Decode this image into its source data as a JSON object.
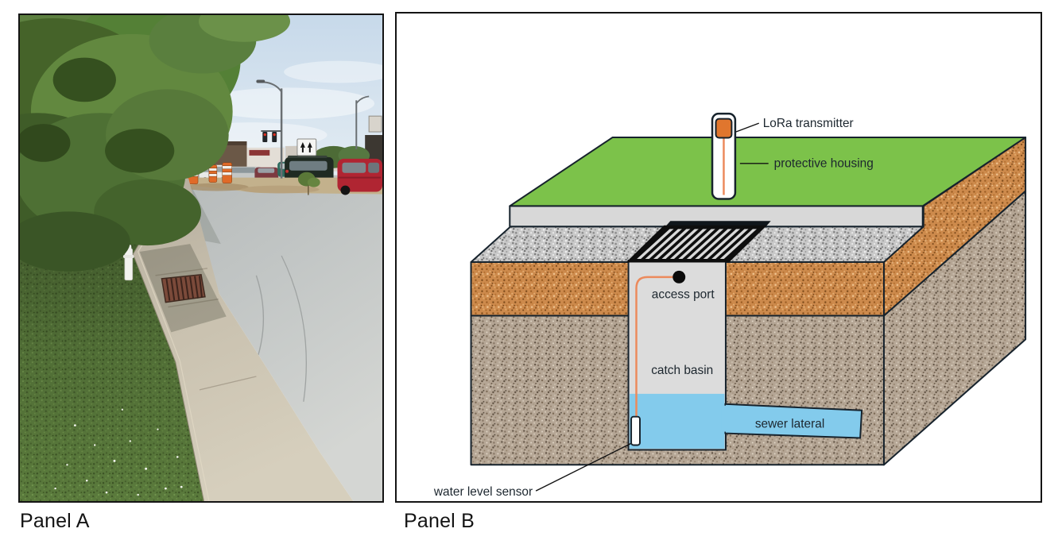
{
  "panels": {
    "a": {
      "label": "Panel A"
    },
    "b": {
      "label": "Panel B",
      "labels": {
        "lora_transmitter": "LoRa transmitter",
        "protective_housing": "protective housing",
        "access_port": "access port",
        "catch_basin": "catch basin",
        "sewer_lateral": "sewer lateral",
        "water_level_sensor": "water level sensor"
      }
    }
  },
  "colors": {
    "grass_green": "#7cc24a",
    "soil_orange": "#cd8a4c",
    "soil_brown": "#b5a695",
    "road_gravel": "#c8c8c8",
    "concrete_gray": "#d8d8d8",
    "water_blue": "#83cbec",
    "cable_orange": "#ec8a5c",
    "transmitter_orange": "#e0762e",
    "outline_dark": "#16222c"
  }
}
